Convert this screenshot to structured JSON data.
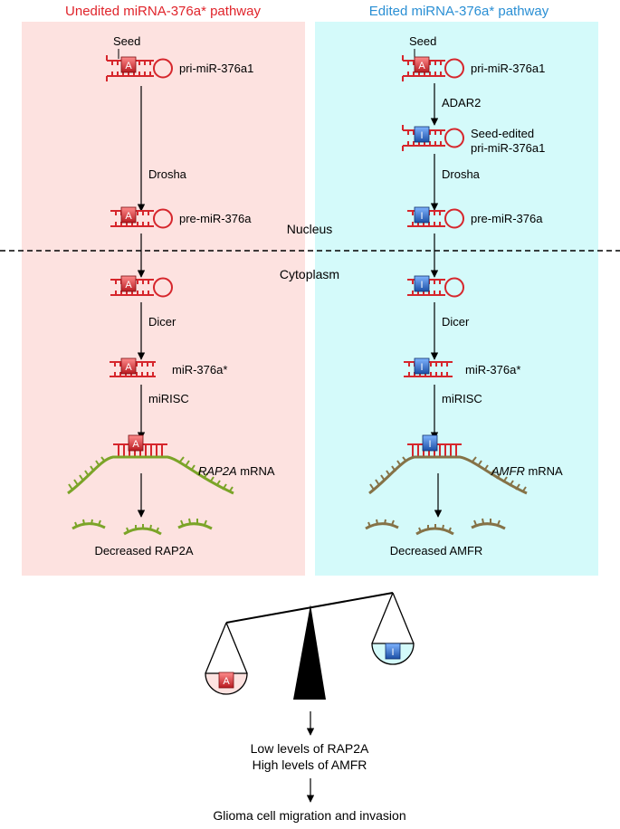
{
  "panels": {
    "unedited": {
      "title": "Unedited miRNA-376a* pathway",
      "title_color": "#e0242b",
      "bg_color": "#fde2e0",
      "seed_label": "Seed",
      "base": "A",
      "base_color": "#d6262c",
      "pri_label": "pri-miR-376a1",
      "step_drosha": "Drosha",
      "pre_label": "pre-miR-376a",
      "step_dicer": "Dicer",
      "mir_label": "miR-376a*",
      "step_mirisc": "miRISC",
      "target_gene": "RAP2A",
      "target_suffix": " mRNA",
      "mrna_color": "#7ba428",
      "result": "Decreased RAP2A"
    },
    "edited": {
      "title": "Edited miRNA-376a* pathway",
      "title_color": "#2a8fd4",
      "bg_color": "#d4fafa",
      "seed_label": "Seed",
      "base": "A",
      "edited_base": "I",
      "base_color": "#d6262c",
      "edited_base_color": "#2b6fc6",
      "pri_label": "pri-miR-376a1",
      "step_adar": "ADAR2",
      "seed_edited_line1": "Seed-edited",
      "seed_edited_line2": "pri-miR-376a1",
      "step_drosha": "Drosha",
      "pre_label": "pre-miR-376a",
      "step_dicer": "Dicer",
      "mir_label": "miR-376a*",
      "step_mirisc": "miRISC",
      "target_gene": "AMFR",
      "target_suffix": " mRNA",
      "mrna_color": "#857247",
      "result": "Decreased AMFR"
    }
  },
  "compartments": {
    "nucleus": "Nucleus",
    "cytoplasm": "Cytoplasm"
  },
  "balance": {
    "left_base": "A",
    "right_base": "I",
    "left_pan_color": "#fde2e0",
    "right_pan_color": "#d4fafa"
  },
  "outcome": {
    "line1": "Low levels of RAP2A",
    "line2": "High levels of AMFR",
    "final": "Glioma cell migration and invasion"
  },
  "rna_color": "#d6262c"
}
